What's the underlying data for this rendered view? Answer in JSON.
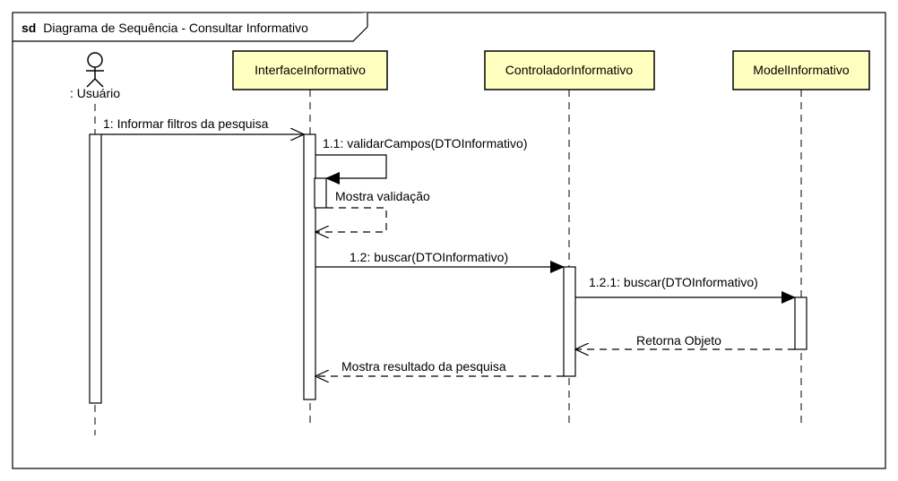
{
  "frame": {
    "keyword": "sd",
    "title": "Diagrama de Sequência - Consultar Informativo"
  },
  "colors": {
    "participant_fill": "#ffffc0",
    "line": "#000000",
    "background": "#ffffff"
  },
  "actor": {
    "label": ": Usuário"
  },
  "participants": [
    {
      "label": "InterfaceInformativo"
    },
    {
      "label": "ControladorInformativo"
    },
    {
      "label": "ModelInformativo"
    }
  ],
  "messages": [
    {
      "label": "1: Informar filtros da pesquisa"
    },
    {
      "label": "1.1: validarCampos(DTOInformativo)"
    },
    {
      "label": "Mostra validação"
    },
    {
      "label": "1.2: buscar(DTOInformativo)"
    },
    {
      "label": "1.2.1: buscar(DTOInformativo)"
    },
    {
      "label": "Retorna Objeto"
    },
    {
      "label": "Mostra resultado da pesquisa"
    }
  ]
}
